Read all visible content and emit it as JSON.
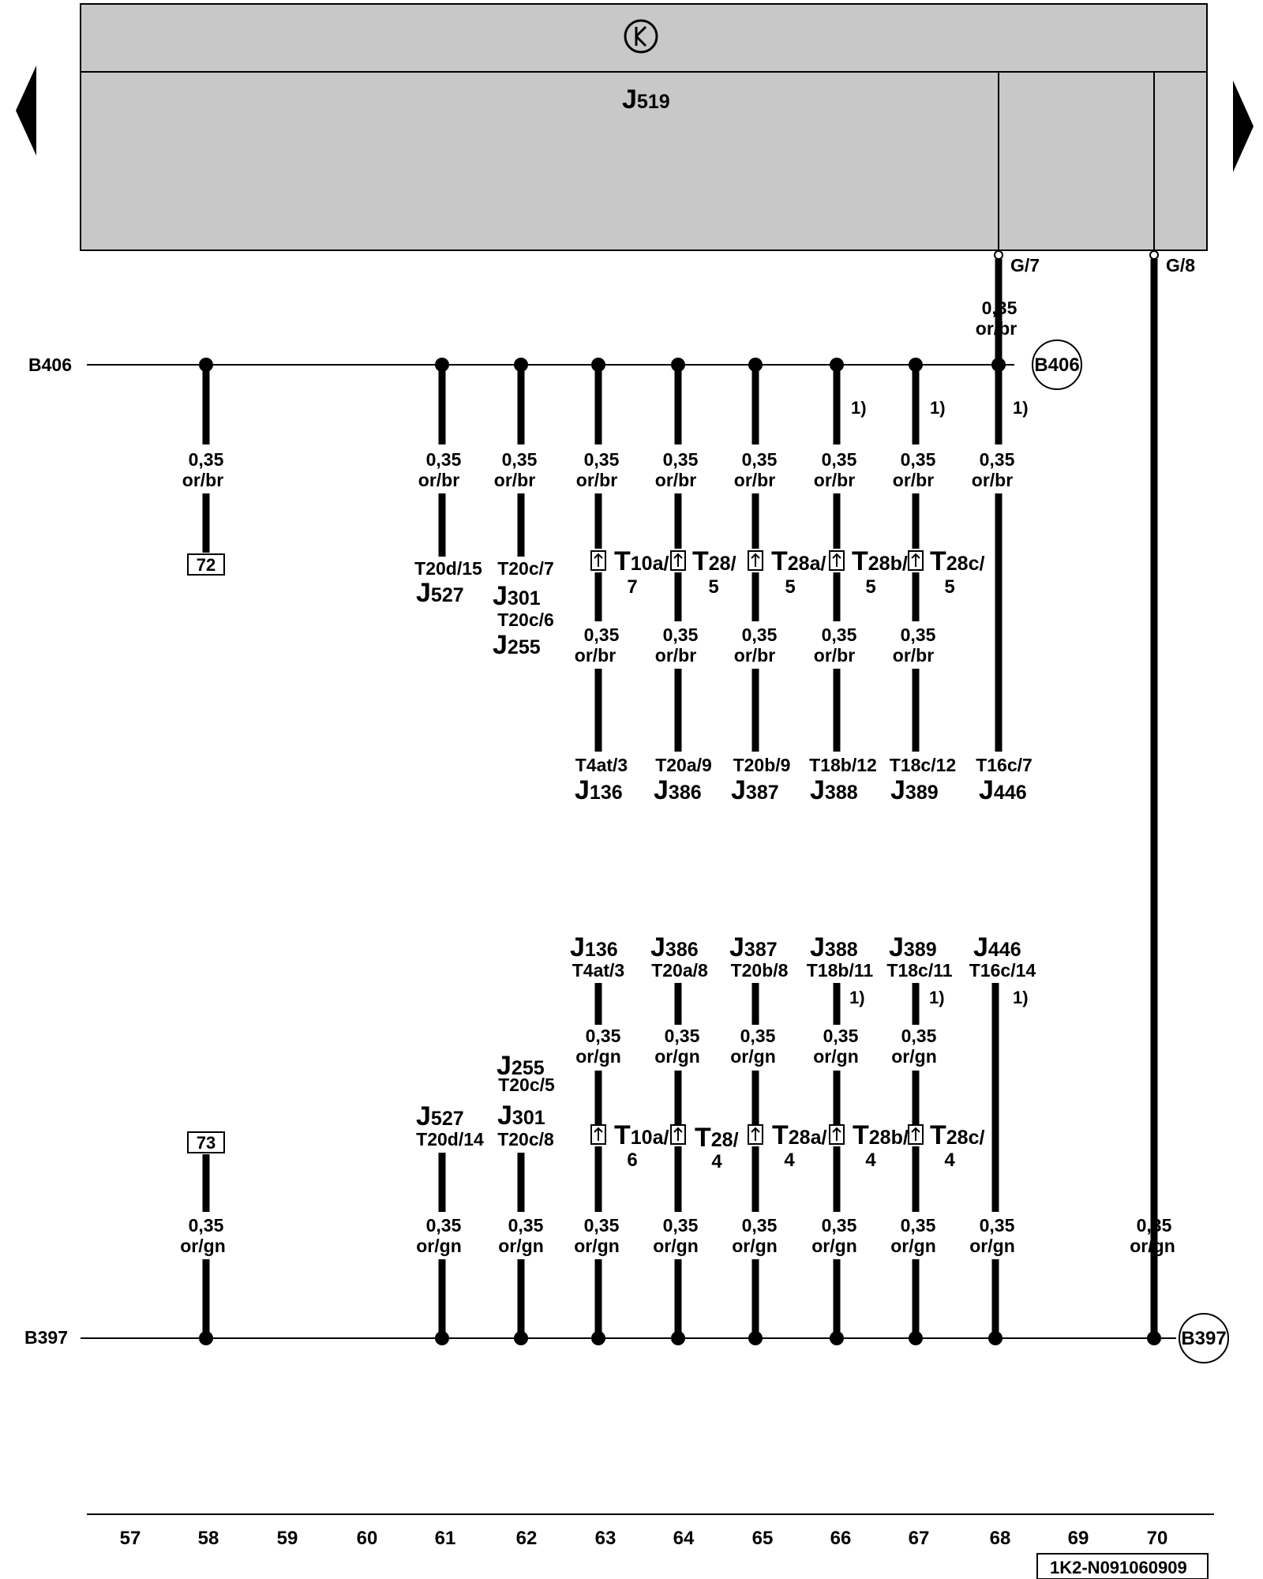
{
  "control_unit": {
    "name": "J",
    "sub": "519",
    "ground_symbol": "ground-symbol"
  },
  "nav": {
    "prev": "previous-page-arrow",
    "next": "next-page-arrow"
  },
  "upper_bus": {
    "label": "B406"
  },
  "lower_bus": {
    "label": "B397"
  },
  "ecu_pins": {
    "g7": "G/7",
    "g8": "G/8"
  },
  "wire_upper": {
    "size": "0,35",
    "color": "or/br"
  },
  "wire_lower": {
    "size": "0,35",
    "color": "or/gn"
  },
  "footnote": "1)",
  "upper": {
    "c58": {
      "box": "72"
    },
    "c61": {
      "pin": "T20d/15",
      "J": "J",
      "sub": "527"
    },
    "c62": {
      "pin": "T20c/7",
      "J": "J",
      "sub": "301",
      "pin2": "T20c/6",
      "J2": "J",
      "sub2": "255"
    },
    "c63": {
      "T": "T",
      "tsub": "10a/",
      "tnum": "7",
      "pin": "T4at/3",
      "J": "J",
      "sub": "136"
    },
    "c64": {
      "T": "T",
      "tsub": "28/",
      "tnum": "5",
      "pin": "T20a/9",
      "J": "J",
      "sub": "386"
    },
    "c65": {
      "T": "T",
      "tsub": "28a/",
      "tnum": "5",
      "pin": "T20b/9",
      "J": "J",
      "sub": "387"
    },
    "c66": {
      "T": "T",
      "tsub": "28b/",
      "tnum": "5",
      "pin": "T18b/12",
      "J": "J",
      "sub": "388"
    },
    "c67": {
      "T": "T",
      "tsub": "28c/",
      "tnum": "5",
      "pin": "T18c/12",
      "J": "J",
      "sub": "389"
    },
    "c68": {
      "pin": "T16c/7",
      "J": "J",
      "sub": "446"
    }
  },
  "lower": {
    "c58": {
      "box": "73"
    },
    "c61": {
      "J": "J",
      "sub": "527",
      "pin": "T20d/14"
    },
    "c62": {
      "J2": "J",
      "sub2": "255",
      "pin2": "T20c/5",
      "J": "J",
      "sub": "301",
      "pin": "T20c/8"
    },
    "c63": {
      "J": "J",
      "sub": "136",
      "pin": "T4at/3",
      "T": "T",
      "tsub": "10a/",
      "tnum": "6"
    },
    "c64": {
      "J": "J",
      "sub": "386",
      "pin": "T20a/8",
      "T": "T",
      "tsub": "28/",
      "tnum": "4"
    },
    "c65": {
      "J": "J",
      "sub": "387",
      "pin": "T20b/8",
      "T": "T",
      "tsub": "28a/",
      "tnum": "4"
    },
    "c66": {
      "J": "J",
      "sub": "388",
      "pin": "T18b/11",
      "T": "T",
      "tsub": "28b/",
      "tnum": "4"
    },
    "c67": {
      "J": "J",
      "sub": "389",
      "pin": "T18c/11",
      "T": "T",
      "tsub": "28c/",
      "tnum": "4"
    },
    "c68": {
      "J": "J",
      "sub": "446",
      "pin": "T16c/14"
    }
  },
  "column_numbers": [
    "57",
    "58",
    "59",
    "60",
    "61",
    "62",
    "63",
    "64",
    "65",
    "66",
    "67",
    "68",
    "69",
    "70"
  ],
  "document_id": "1K2-N091060909"
}
